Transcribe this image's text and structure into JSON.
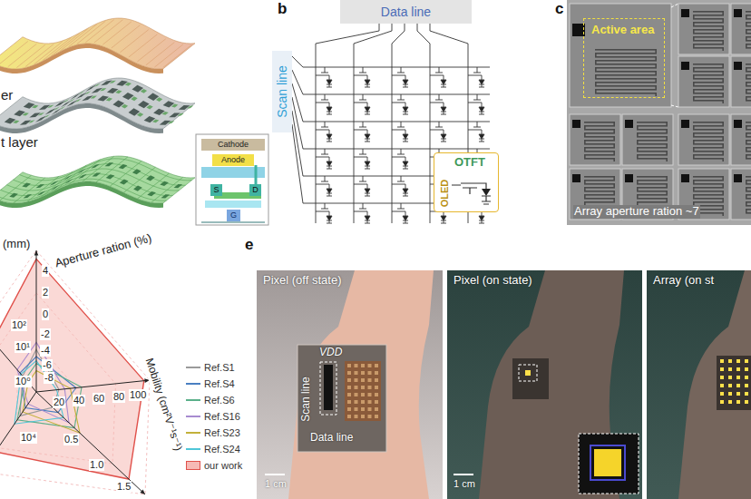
{
  "diagram": {
    "nodes": [
      {
        "text": [
          "Cathode"
        ]
      },
      {
        "text": [
          "Anode"
        ]
      },
      {
        "text": [
          "S"
        ]
      },
      {
        "text": [
          "D"
        ]
      },
      {
        "text": [
          "G"
        ]
      },
      {
        "text": [
          "Data line"
        ]
      },
      {
        "text": [
          "Scan line"
        ]
      },
      {
        "text": [
          "OTFT",
          "OLED"
        ]
      },
      {
        "text": [
          "Active area"
        ]
      }
    ],
    "labels": [
      "er",
      "t layer",
      "b",
      "c",
      "Array aperture ration ~7",
      "(mm)",
      "Aperture ration (%)",
      "4",
      "2",
      "0",
      "-2",
      "-4",
      "-6",
      "-8",
      "10²",
      "10¹",
      "10⁰",
      "20",
      "40",
      "60",
      "80",
      "100",
      "Mobility (cm²V⁻¹s⁻¹)",
      "10⁴",
      "0.5",
      "1.0",
      "1.5",
      "e",
      "Pixel (off state)",
      "Pixel (on state)",
      "Array (on st",
      "VDD",
      "Scan line",
      "Data line",
      "1 cm",
      "1 cm"
    ],
    "legend": [
      {
        "text": "Ref.S1"
      },
      {
        "text": "Ref.S4"
      },
      {
        "text": "Ref.S6"
      },
      {
        "text": "Ref.S16"
      },
      {
        "text": "Ref.S23"
      },
      {
        "text": "Ref.S24"
      },
      {
        "text": "our work",
        "color": "#f6b9b5"
      }
    ]
  }
}
